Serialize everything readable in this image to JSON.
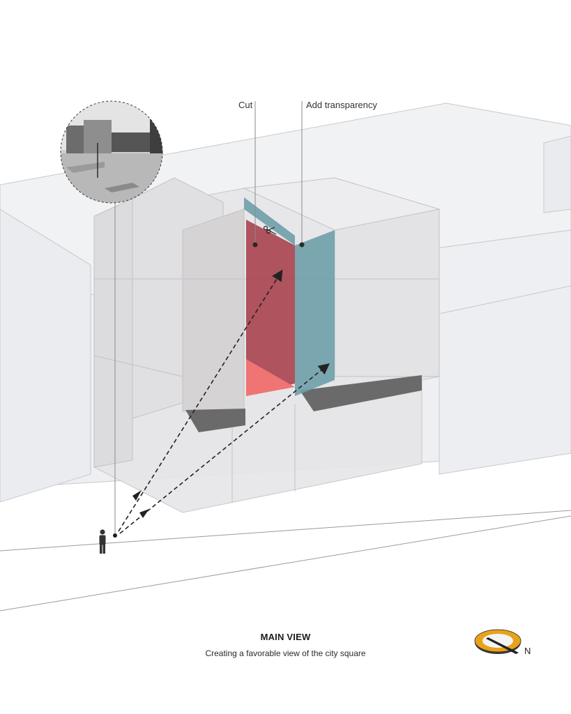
{
  "labels": {
    "cut": "Cut",
    "add_transparency": "Add transparency"
  },
  "caption": {
    "title": "MAIN VIEW",
    "subtitle": "Creating a favorable view of the city square"
  },
  "compass": {
    "north_label": "N",
    "ring_color": "#e8a21a"
  },
  "colors": {
    "cut_face": "#a8434f",
    "cut_base": "#f07474",
    "transparency_panel": "#6e9eaa",
    "massing": "#e6e6e8",
    "shadow": "#6a6a6a"
  },
  "icons": {
    "person": "person-silhouette-icon",
    "scissors": "scissors-icon",
    "street_photo": "street-photo-inset",
    "compass": "compass-icon"
  }
}
